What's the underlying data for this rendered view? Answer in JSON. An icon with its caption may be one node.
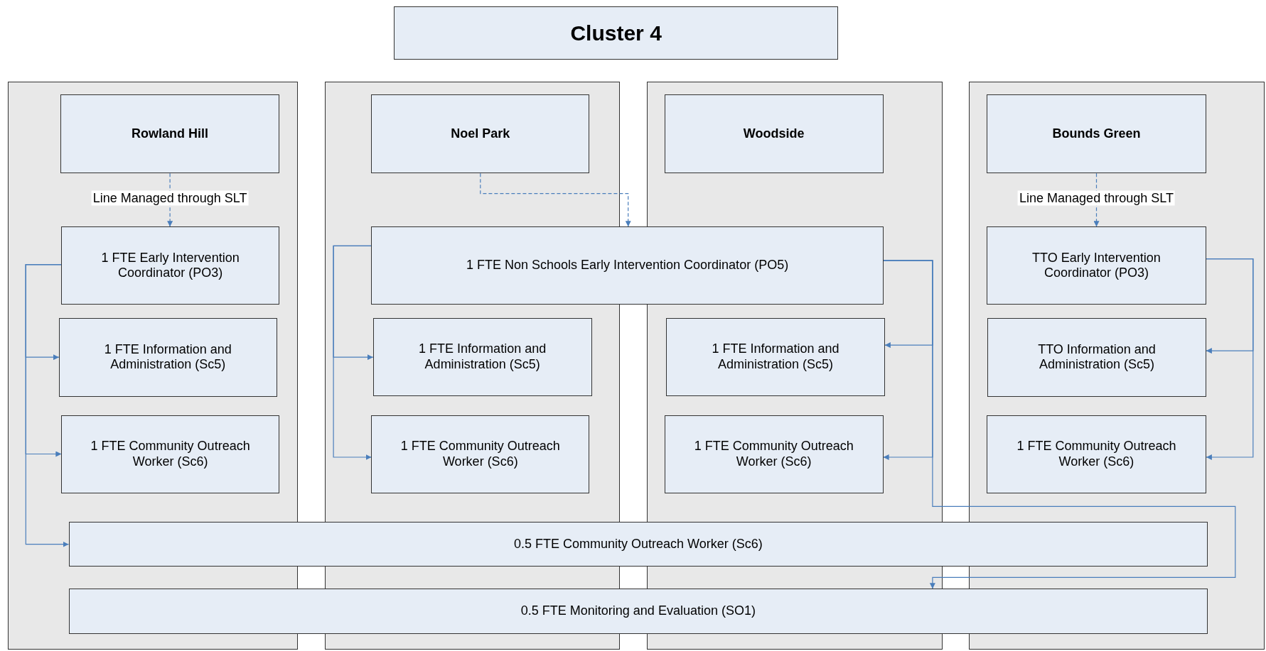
{
  "diagram": {
    "nodes": [
      {
        "text": [
          "Cluster 4"
        ]
      },
      {
        "text": [],
        "shape": "box"
      },
      {
        "text": [],
        "shape": "box"
      },
      {
        "text": [],
        "shape": "box"
      },
      {
        "text": [],
        "shape": "box"
      },
      {
        "text": [
          "Rowland Hill"
        ],
        "in": 1
      },
      {
        "text": [
          "Noel Park"
        ],
        "in": 2
      },
      {
        "text": [
          "Woodside"
        ],
        "in": 3
      },
      {
        "text": [
          "Bounds Green"
        ],
        "in": 4
      },
      {
        "text": [
          "1 FTE Early Intervention Coordinator (PO3)"
        ],
        "in": 1
      },
      {
        "text": [
          "1 FTE Non Schools Early Intervention Coordinator (PO5)"
        ]
      },
      {
        "text": [
          "TTO Early Intervention Coordinator (PO3)"
        ],
        "in": 4
      },
      {
        "text": [
          "1 FTE Information and Administration (Sc5)"
        ],
        "in": 1
      },
      {
        "text": [
          "1 FTE Information and Administration (Sc5)"
        ],
        "in": 2
      },
      {
        "text": [
          "1 FTE Information and Administration (Sc5)"
        ],
        "in": 3
      },
      {
        "text": [
          "TTO Information and Administration (Sc5)"
        ],
        "in": 4
      },
      {
        "text": [
          "1 FTE Community Outreach Worker (Sc6)"
        ],
        "in": 1
      },
      {
        "text": [
          "1 FTE Community Outreach Worker (Sc6)"
        ],
        "in": 2
      },
      {
        "text": [
          "1 FTE Community Outreach Worker (Sc6)"
        ],
        "in": 3
      },
      {
        "text": [
          "1 FTE Community Outreach Worker (Sc6)"
        ],
        "in": 4
      },
      {
        "text": [
          "0.5 FTE Community Outreach Worker (Sc6)"
        ]
      },
      {
        "text": [
          "0.5 FTE Monitoring and Evaluation (SO1)"
        ]
      }
    ],
    "edges": [
      {
        "from": 5,
        "to": 9,
        "arrow": "to",
        "style": "dashed",
        "label": "Line Managed through SLT"
      },
      {
        "from": 6,
        "to": 10,
        "arrow": "to",
        "style": "dashed"
      },
      {
        "from": 8,
        "to": 11,
        "arrow": "to",
        "style": "dashed",
        "label": "Line Managed through SLT"
      },
      {
        "from": 9,
        "to": 12,
        "arrow": "to"
      },
      {
        "from": 9,
        "to": 16,
        "arrow": "to"
      },
      {
        "from": 9,
        "to": 20,
        "arrow": "to"
      },
      {
        "from": 10,
        "to": 13,
        "arrow": "to"
      },
      {
        "from": 10,
        "to": 17,
        "arrow": "to"
      },
      {
        "from": 10,
        "to": 14,
        "arrow": "to"
      },
      {
        "from": 10,
        "to": 18,
        "arrow": "to"
      },
      {
        "from": 10,
        "to": 21,
        "arrow": "to"
      },
      {
        "from": 11,
        "to": 15,
        "arrow": "to"
      },
      {
        "from": 11,
        "to": 19,
        "arrow": "to"
      }
    ]
  }
}
